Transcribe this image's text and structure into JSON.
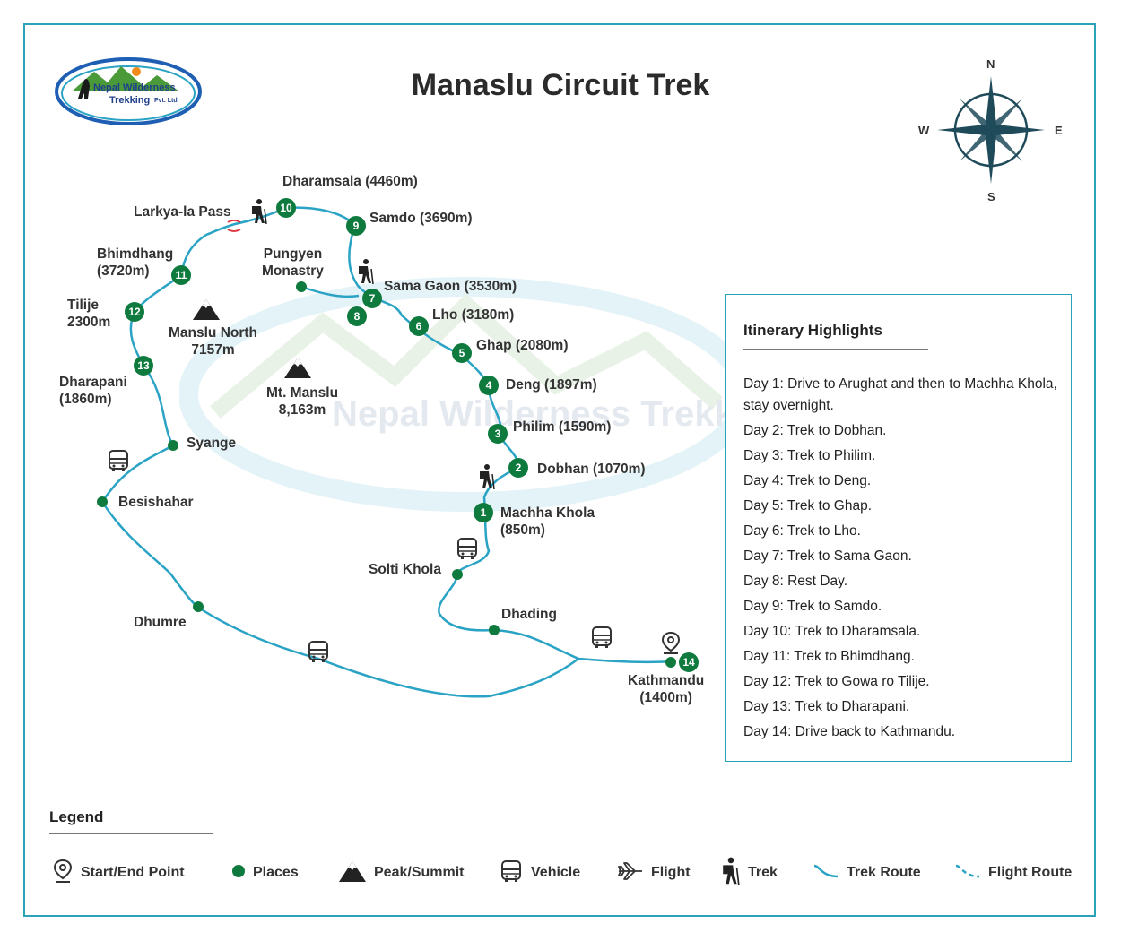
{
  "title": "Manaslu Circuit Trek",
  "logo": {
    "line1": "Nepal Wilderness",
    "line2": "Trekking",
    "line3": "Pvt. Ltd."
  },
  "compass": {
    "n": "N",
    "s": "S",
    "e": "E",
    "w": "W"
  },
  "watermark": "Nepal Wilderness Trekking Pvt. Ltd.",
  "places": {
    "dharamsala": "Dharamsala (4460m)",
    "larkya": "Larkya-la Pass",
    "samdo": "Samdo (3690m)",
    "bhimdhang": "Bhimdhang\n(3720m)",
    "pungyen": "Pungyen\nMonastry",
    "samagaon": "Sama Gaon (3530m)",
    "tilije": "Tilije\n2300m",
    "lho": "Lho (3180m)",
    "manslu_north": "Manslu North\n7157m",
    "ghap": "Ghap (2080m)",
    "dharapani": "Dharapani\n(1860m)",
    "mt_manslu": "Mt. Manslu\n8,163m",
    "deng": "Deng (1897m)",
    "philim": "Philim (1590m)",
    "syange": "Syange",
    "dobhan": "Dobhan (1070m)",
    "besishahar": "Besishahar",
    "machha": "Machha Khola\n(850m)",
    "solti": "Solti Khola",
    "dhading": "Dhading",
    "dhumre": "Dhumre",
    "kathmandu": "Kathmandu\n(1400m)"
  },
  "markers": [
    "1",
    "2",
    "3",
    "4",
    "5",
    "6",
    "7",
    "8",
    "9",
    "10",
    "11",
    "12",
    "13",
    "14"
  ],
  "itinerary": {
    "title": "Itinerary Highlights",
    "days": [
      "Day 1: Drive to Arughat and then to Machha Khola, stay overnight.",
      "Day 2: Trek to Dobhan.",
      "Day 3: Trek to Philim.",
      "Day 4: Trek to Deng.",
      "Day 5: Trek to Ghap.",
      "Day 6: Trek to Lho.",
      "Day 7: Trek to Sama Gaon.",
      "Day 8: Rest Day.",
      "Day 9: Trek to Samdo.",
      "Day 10: Trek to Dharamsala.",
      "Day 11: Trek to Bhimdhang.",
      "Day 12: Trek to Gowa ro Tilije.",
      "Day 13: Trek to Dharapani.",
      "Day 14: Drive back to Kathmandu."
    ]
  },
  "legend": {
    "title": "Legend",
    "items": [
      "Start/End Point",
      "Places",
      "Peak/Summit",
      "Vehicle",
      "Flight",
      "Trek",
      "Trek Route",
      "Flight Route"
    ]
  },
  "colors": {
    "route": "#2aa3c4",
    "place": "#0f7a3e",
    "frame": "#2aa3b8",
    "icon": "#333333"
  }
}
